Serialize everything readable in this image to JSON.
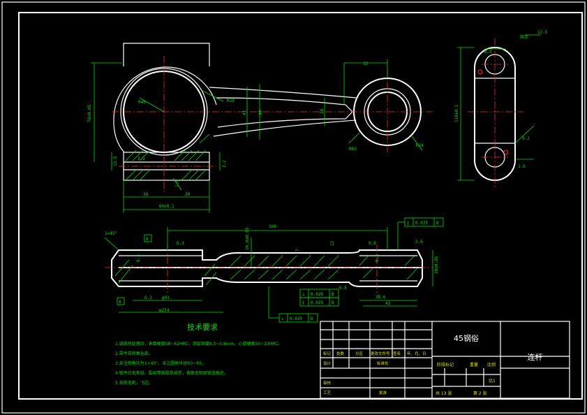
{
  "drawing": {
    "material": "45钢俗",
    "part_name": "连杆",
    "scale": "比1",
    "sheet_total": "共 13 张",
    "sheet_no": "第 2 张"
  },
  "title_block": {
    "headers": [
      "标记",
      "处数",
      "分区",
      "更改文件号",
      "签名",
      "年、月、日"
    ],
    "design": "设计",
    "standardization": "标准化",
    "review": "审核",
    "process": "工艺",
    "approve": "批准",
    "stage_mark": "阶段标记",
    "weight": "重量",
    "scale_label": "比例"
  },
  "technical_requirements": {
    "title": "技术要求",
    "items": [
      "1.调质热处理后，表面硬度58~62HRC，渗层深度0.3~0.8mm，心部硬度30~33HRC。",
      "2.零件去除氧化皮。",
      "3.未注倒角均为1×45°，未注圆角半径R3~R5。",
      "4.锻件应无夹层、裂纹等缺陷及损伤，表面无明显锻造痕迹。",
      "5.去除毛刺，飞边。"
    ]
  },
  "dimensions": {
    "front": [
      "32",
      "R40",
      "R20",
      "R24",
      "R63",
      "78±0.05",
      "64±0.1",
      "38",
      "20",
      "41",
      "40",
      "38",
      "12.5",
      "3.2",
      "1.6"
    ],
    "side": [
      "8.5",
      "116±0.1",
      "12.5",
      "3.2",
      "1.6"
    ],
    "section": [
      "168",
      "16.8±0.05",
      "1×45°",
      "φ91",
      "φ274",
      "φ80",
      "28±0.05",
      "43",
      "38.6",
      "12",
      "7",
      "0.8",
      "6.3"
    ],
    "tolerances": [
      {
        "symbol": "∥",
        "value": "0.025",
        "datum": "B"
      },
      {
        "symbol": "⊥",
        "value": "0.025",
        "datum": "B"
      },
      {
        "symbol": "∥",
        "value": "0.025",
        "datum": "B"
      },
      {
        "symbol": "⊥",
        "value": "0.025",
        "datum": "B"
      }
    ],
    "datums": [
      "B",
      "A"
    ]
  }
}
